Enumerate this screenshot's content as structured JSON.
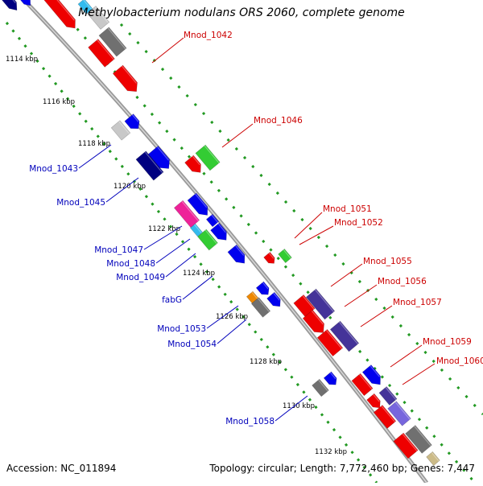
{
  "title": "Methylobacterium nodulans ORS 2060, complete genome",
  "footer": {
    "accession": "Accession: NC_011894",
    "summary": "Topology: circular; Length: 7,772,460 bp; Genes: 7,447"
  },
  "ticks": [
    {
      "label": "1114 kbp"
    },
    {
      "label": "1116 kbp"
    },
    {
      "label": "1118 kbp"
    },
    {
      "label": "1120 kbp"
    },
    {
      "label": "1122 kbp"
    },
    {
      "label": "1124 kbp"
    },
    {
      "label": "1126 kbp"
    },
    {
      "label": "1128 kbp"
    },
    {
      "label": "1130 kbp"
    },
    {
      "label": "1132 kbp"
    }
  ],
  "red_labels": [
    "Mnod_1042",
    "Mnod_1046",
    "Mnod_1051",
    "Mnod_1052",
    "Mnod_1055",
    "Mnod_1056",
    "Mnod_1057",
    "Mnod_1059",
    "Mnod_1060"
  ],
  "blue_labels": [
    "Mnod_1043",
    "Mnod_1045",
    "Mnod_1047",
    "Mnod_1048",
    "Mnod_1049",
    "fabG",
    "Mnod_1053",
    "Mnod_1054",
    "Mnod_1058"
  ],
  "colors": {
    "red": "#ee0000",
    "blue": "#0000ee",
    "navy": "#000080",
    "green": "#33cc33",
    "grey": "#707070",
    "lightgrey": "#c8c8c8",
    "cyan": "#33bbee",
    "magenta": "#ee2299",
    "purple": "#443399",
    "lavender": "#7766dd",
    "orange": "#ee8800",
    "tan": "#ccbb88",
    "label_red": "#cc0000",
    "label_blue": "#0000bb",
    "dots": "#229922",
    "backbone": "#999999"
  }
}
